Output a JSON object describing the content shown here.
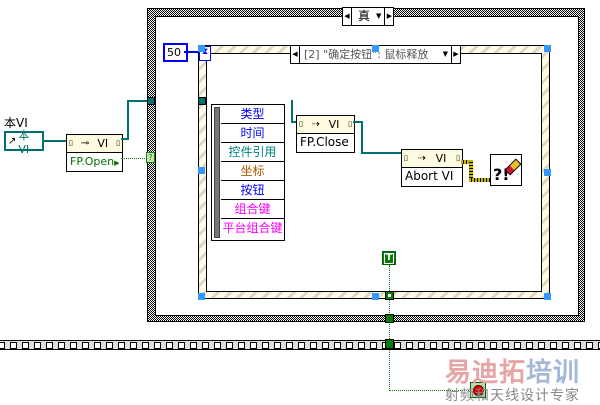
{
  "vi_ref": {
    "label": "本VI",
    "constant_text": "本VI"
  },
  "fp_open_node": {
    "top_label": "VI",
    "property": "FP.Open"
  },
  "case_structure": {
    "selector_value": "真"
  },
  "event_structure": {
    "timeout_constant": "50",
    "selector_value": "[2] \"确定按钮\": 鼠标释放"
  },
  "event_data_unbundle": {
    "items": [
      {
        "label": "类型",
        "color": "#0000ff"
      },
      {
        "label": "时间",
        "color": "#0000ff"
      },
      {
        "label": "控件引用",
        "color": "#008080"
      },
      {
        "label": "坐标",
        "color": "#b05a00"
      },
      {
        "label": "按钮",
        "color": "#0000ff"
      },
      {
        "label": "组合键",
        "color": "#ff00ff"
      },
      {
        "label": "平台组合键",
        "color": "#ff00ff"
      }
    ]
  },
  "fp_close_node": {
    "top_label": "VI",
    "method": "FP.Close"
  },
  "abort_vi_node": {
    "top_label": "VI",
    "method": "Abort VI"
  },
  "stop_terminal_label": "T",
  "bool_indicator_label": "?",
  "watermark": {
    "brand_red": "易迪拓",
    "brand_blue": "培训",
    "tagline": "射频和天线设计专家"
  },
  "colors": {
    "reference_wire": "#007070",
    "boolean_wire": "#1a7a1a",
    "error_wire": "#c8b400"
  }
}
